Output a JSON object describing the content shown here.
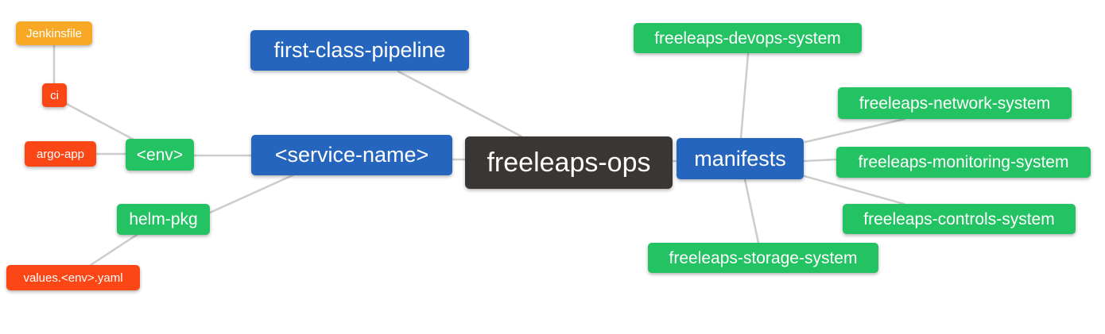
{
  "diagram": {
    "type": "mindmap",
    "root_label": "freeleaps-ops"
  },
  "palette": {
    "root_node": "#3a3633",
    "level1_node": "#2565bd",
    "level2_node": "#23c263",
    "level3_node": "#fb4616",
    "level4_node": "#f8a825",
    "node_text": "#ffffff",
    "edge_line": "#cccccc",
    "background": "#ffffff"
  },
  "nodes": {
    "freeleaps_ops": {
      "label": "freeleaps-ops",
      "level": 0
    },
    "first_class_pipeline": {
      "label": "first-class-pipeline",
      "level": 1
    },
    "service_name": {
      "label": "<service-name>",
      "level": 1
    },
    "manifests": {
      "label": "manifests",
      "level": 1
    },
    "env": {
      "label": "<env>",
      "level": 2
    },
    "helm_pkg": {
      "label": "helm-pkg",
      "level": 2
    },
    "freeleaps_devops_system": {
      "label": "freeleaps-devops-system",
      "level": 2
    },
    "freeleaps_network_system": {
      "label": "freeleaps-network-system",
      "level": 2
    },
    "freeleaps_monitoring_system": {
      "label": "freeleaps-monitoring-system",
      "level": 2
    },
    "freeleaps_controls_system": {
      "label": "freeleaps-controls-system",
      "level": 2
    },
    "freeleaps_storage_system": {
      "label": "freeleaps-storage-system",
      "level": 2
    },
    "ci": {
      "label": "ci",
      "level": 3
    },
    "argo_app": {
      "label": "argo-app",
      "level": 3
    },
    "values_env_yaml": {
      "label": "values.<env>.yaml",
      "level": 3
    },
    "jenkinsfile": {
      "label": "Jenkinsfile",
      "level": 4
    }
  },
  "edges": [
    {
      "from": "freeleaps-ops",
      "to": "first-class-pipeline"
    },
    {
      "from": "freeleaps-ops",
      "to": "<service-name>"
    },
    {
      "from": "freeleaps-ops",
      "to": "manifests"
    },
    {
      "from": "<service-name>",
      "to": "<env>"
    },
    {
      "from": "<service-name>",
      "to": "helm-pkg"
    },
    {
      "from": "<env>",
      "to": "ci"
    },
    {
      "from": "<env>",
      "to": "argo-app"
    },
    {
      "from": "ci",
      "to": "Jenkinsfile"
    },
    {
      "from": "helm-pkg",
      "to": "values.<env>.yaml"
    },
    {
      "from": "manifests",
      "to": "freeleaps-devops-system"
    },
    {
      "from": "manifests",
      "to": "freeleaps-network-system"
    },
    {
      "from": "manifests",
      "to": "freeleaps-monitoring-system"
    },
    {
      "from": "manifests",
      "to": "freeleaps-controls-system"
    },
    {
      "from": "manifests",
      "to": "freeleaps-storage-system"
    }
  ]
}
